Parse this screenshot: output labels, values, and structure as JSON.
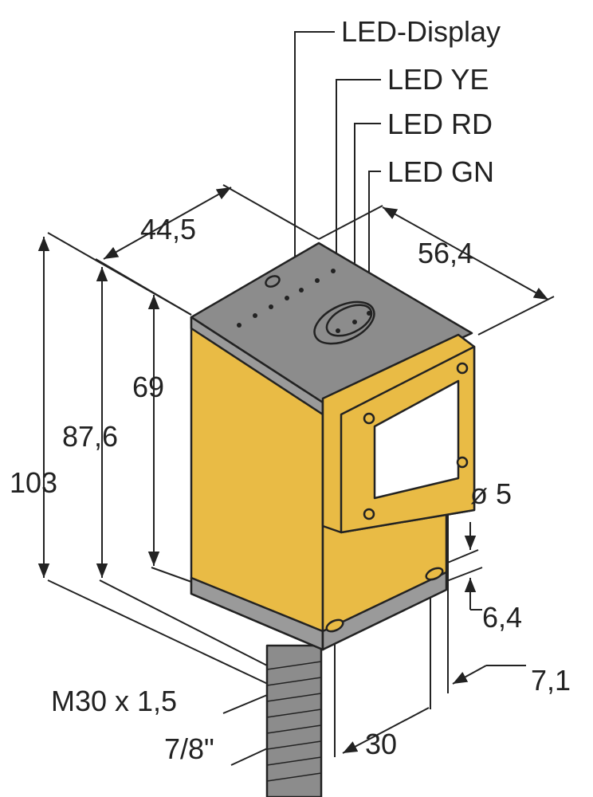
{
  "colors": {
    "housing": "#e9bb45",
    "top": "#8c8c8c",
    "band": "#9a9a9a",
    "line": "#222222",
    "window": "#ffffff"
  },
  "labels": {
    "led_display": "LED-Display",
    "led_ye": "LED YE",
    "led_rd": "LED RD",
    "led_gn": "LED GN",
    "depth": "44,5",
    "width": "56,4",
    "height_total": "103",
    "height_body": "87,6",
    "height_lens": "69",
    "hole_diameter": "ø 5",
    "hole_offset": "6,4",
    "edge_offset": "7,1",
    "thread": "M30 x 1,5",
    "thread_alt": "7/8\"",
    "hole_spacing": "30"
  }
}
